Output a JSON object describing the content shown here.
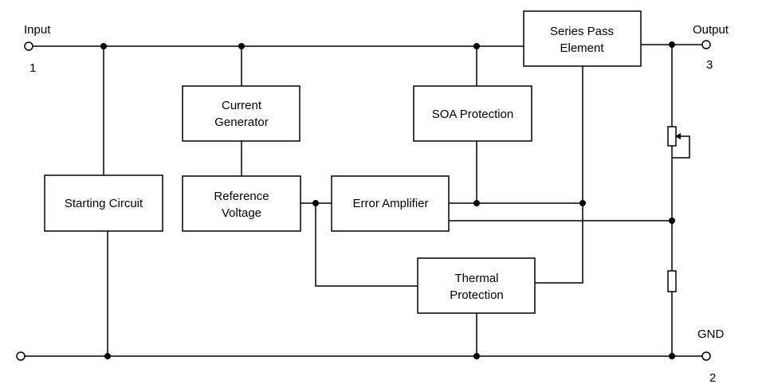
{
  "terminals": {
    "input": {
      "label": "Input",
      "pin": "1"
    },
    "output": {
      "label": "Output",
      "pin": "3"
    },
    "gnd": {
      "label": "GND",
      "pin": "2"
    }
  },
  "blocks": {
    "series_pass": {
      "lines": [
        "Series Pass",
        "Element"
      ]
    },
    "current_generator": {
      "lines": [
        "Current",
        "Generator"
      ]
    },
    "soa_protection": {
      "lines": [
        "SOA Protection"
      ]
    },
    "starting_circuit": {
      "lines": [
        "Starting Circuit"
      ]
    },
    "reference_voltage": {
      "lines": [
        "Reference",
        "Voltage"
      ]
    },
    "error_amplifier": {
      "lines": [
        "Error Amplifier"
      ]
    },
    "thermal_protection": {
      "lines": [
        "Thermal",
        "Protection"
      ]
    }
  }
}
